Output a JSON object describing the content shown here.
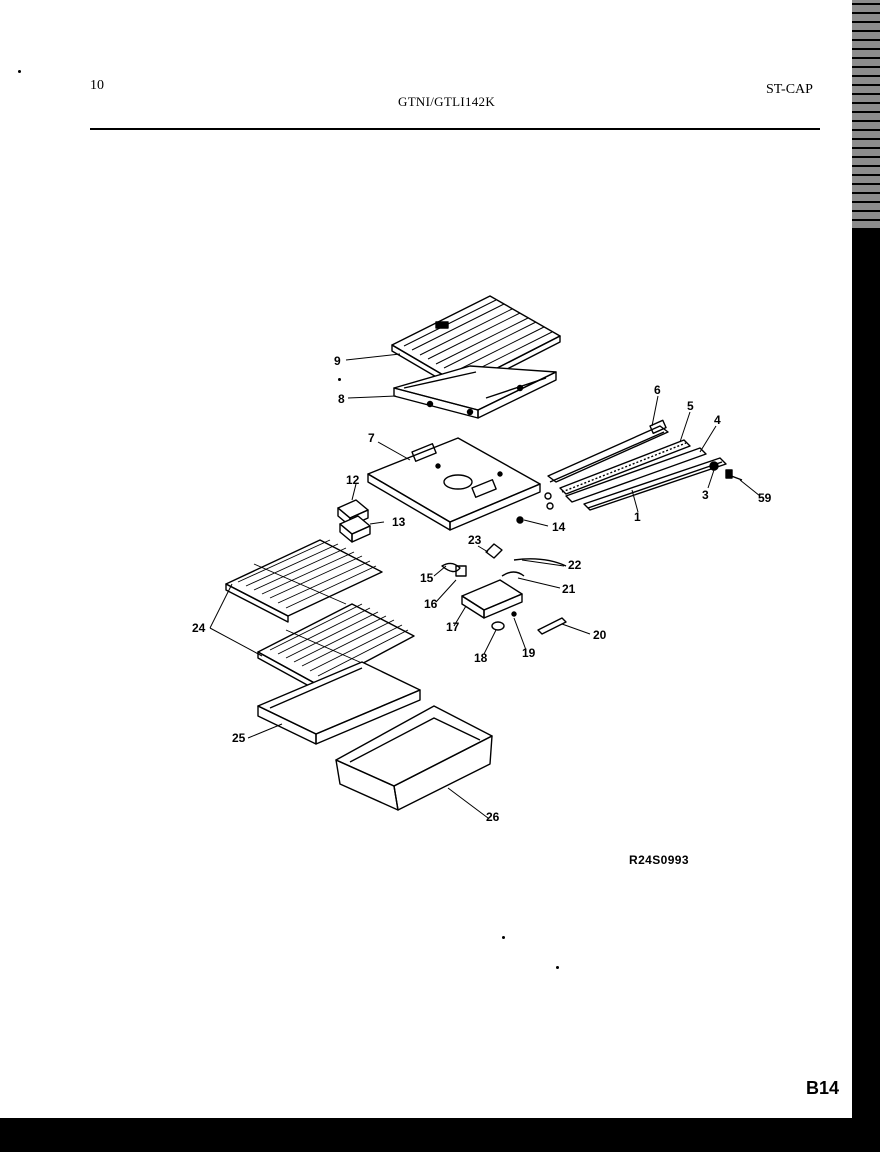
{
  "header": {
    "page_number": "10",
    "model": "GTNI/GTLI142K",
    "section_code": "ST-CAP"
  },
  "diagram": {
    "callouts": [
      {
        "id": "9",
        "label": "9"
      },
      {
        "id": "8",
        "label": "8"
      },
      {
        "id": "7",
        "label": "7"
      },
      {
        "id": "6",
        "label": "6"
      },
      {
        "id": "5",
        "label": "5"
      },
      {
        "id": "4",
        "label": "4"
      },
      {
        "id": "3",
        "label": "3"
      },
      {
        "id": "59",
        "label": "59"
      },
      {
        "id": "1",
        "label": "1"
      },
      {
        "id": "12",
        "label": "12"
      },
      {
        "id": "13",
        "label": "13"
      },
      {
        "id": "14",
        "label": "14"
      },
      {
        "id": "23",
        "label": "23"
      },
      {
        "id": "22",
        "label": "22"
      },
      {
        "id": "15",
        "label": "15"
      },
      {
        "id": "21",
        "label": "21"
      },
      {
        "id": "16",
        "label": "16"
      },
      {
        "id": "17",
        "label": "17"
      },
      {
        "id": "20",
        "label": "20"
      },
      {
        "id": "18",
        "label": "18"
      },
      {
        "id": "19",
        "label": "19"
      },
      {
        "id": "24",
        "label": "24"
      },
      {
        "id": "25",
        "label": "25"
      },
      {
        "id": "26",
        "label": "26"
      }
    ],
    "reference_code": "R24S0993"
  },
  "footer": {
    "page_code": "B14"
  }
}
